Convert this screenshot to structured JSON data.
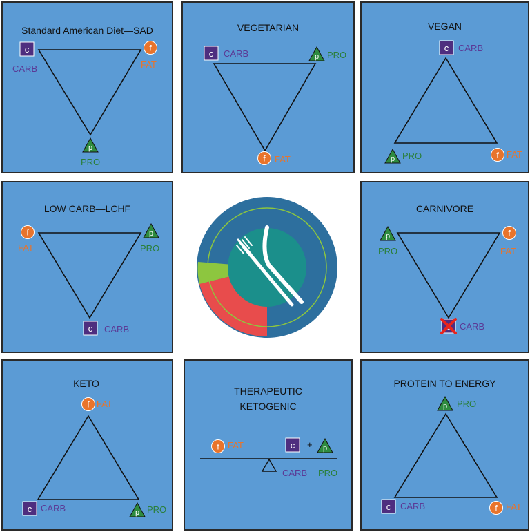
{
  "colors": {
    "panel_bg": "#5b9bd5",
    "carb": "#4e2e7f",
    "carb_label": "#5b3a96",
    "fat": "#e8742c",
    "pro": "#2e8b3f",
    "pro_label": "#2a7f3a",
    "line": "#111111",
    "cross": "#e8241c"
  },
  "icons": {
    "carb": "c",
    "fat": "f",
    "pro": "p"
  },
  "labels": {
    "carb": "CARB",
    "fat": "FAT",
    "pro": "PRO",
    "plus": "+"
  },
  "panels": {
    "sad": {
      "title": "Standard American Diet—SAD"
    },
    "vegetarian": {
      "title": "VEGETARIAN"
    },
    "vegan": {
      "title": "VEGAN"
    },
    "lchf": {
      "title": "LOW CARB—LCHF"
    },
    "carnivore": {
      "title": "CARNIVORE",
      "carb_excluded": true
    },
    "keto": {
      "title": "KETO"
    },
    "therapeutic": {
      "title_line1": "THERAPEUTIC",
      "title_line2": "KETOGENIC"
    },
    "protein_energy": {
      "title": "PROTEIN TO ENERGY"
    }
  },
  "center_logo": {
    "icon": "plate-fork-knife-icon",
    "colors": {
      "outer": "#2d6f9e",
      "inner": "#1b8f8b",
      "green_wedge": "#8dc63f",
      "red_wedge": "#e84c4c",
      "utensils": "#ffffff"
    }
  }
}
